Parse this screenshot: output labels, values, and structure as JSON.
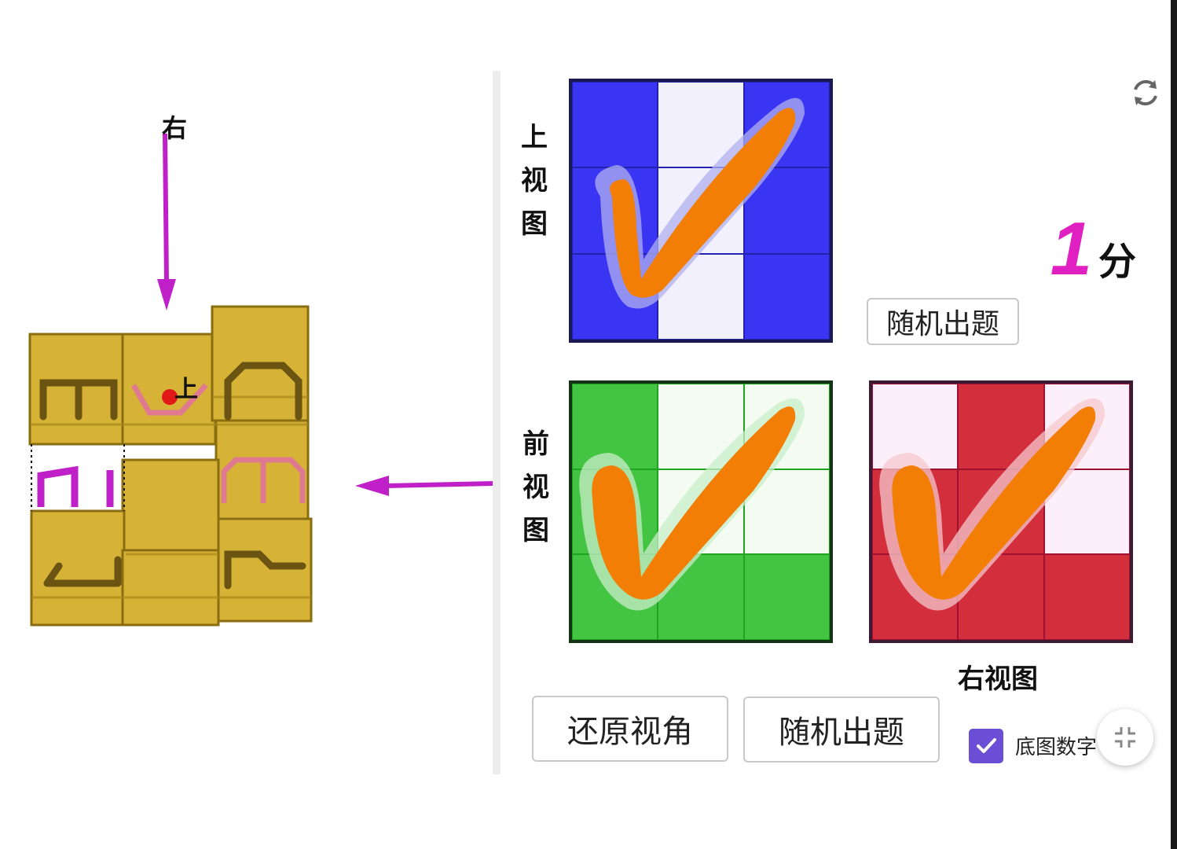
{
  "left_view": {
    "direction_label": "右",
    "top_marker_label": "上"
  },
  "views": {
    "top": {
      "label": "上视图",
      "label_chars": [
        "上",
        "视",
        "图"
      ]
    },
    "front": {
      "label": "前视图",
      "label_chars": [
        "前",
        "视",
        "图"
      ]
    },
    "side": {
      "label": "右视图"
    }
  },
  "grids": {
    "top": [
      "#3a35f2",
      "#f2f0fc",
      "#3a35f2",
      "#3a35f2",
      "#f2f0fc",
      "#3a35f2",
      "#3a35f2",
      "#f2f0fc",
      "#3a35f2"
    ],
    "front": [
      "#43c443",
      "#f4fbf1",
      "#f4fbf1",
      "#43c443",
      "#f4fbf1",
      "#f4fbf1",
      "#43c443",
      "#43c443",
      "#43c443"
    ],
    "side": [
      "#fdeffa",
      "#d22e3c",
      "#fdeffa",
      "#d22e3c",
      "#d22e3c",
      "#fdeffa",
      "#d22e3c",
      "#d22e3c",
      "#d22e3c"
    ]
  },
  "colors": {
    "accent_magenta": "#e020c0",
    "check_orange": "#f27e05",
    "checkbox_purple": "#6a4fd6"
  },
  "score": {
    "value": "1",
    "unit": "分"
  },
  "buttons": {
    "random_small": "随机出题",
    "restore": "还原视角",
    "random": "随机出题"
  },
  "checkbox": {
    "label": "底图数字",
    "checked": true
  },
  "icons": {
    "refresh": "refresh-icon",
    "collapse": "collapse-icon",
    "check": "check-icon"
  }
}
